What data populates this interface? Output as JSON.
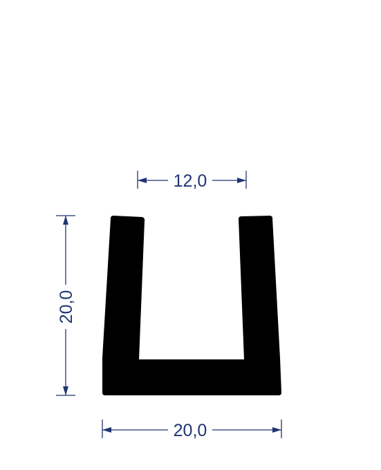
{
  "colors": {
    "profile": "#000000",
    "dimension": "#1f3572",
    "background": "#ffffff"
  },
  "dimensions": {
    "inner_width": "12,0",
    "height": "20,0",
    "outer_width": "20,0"
  }
}
